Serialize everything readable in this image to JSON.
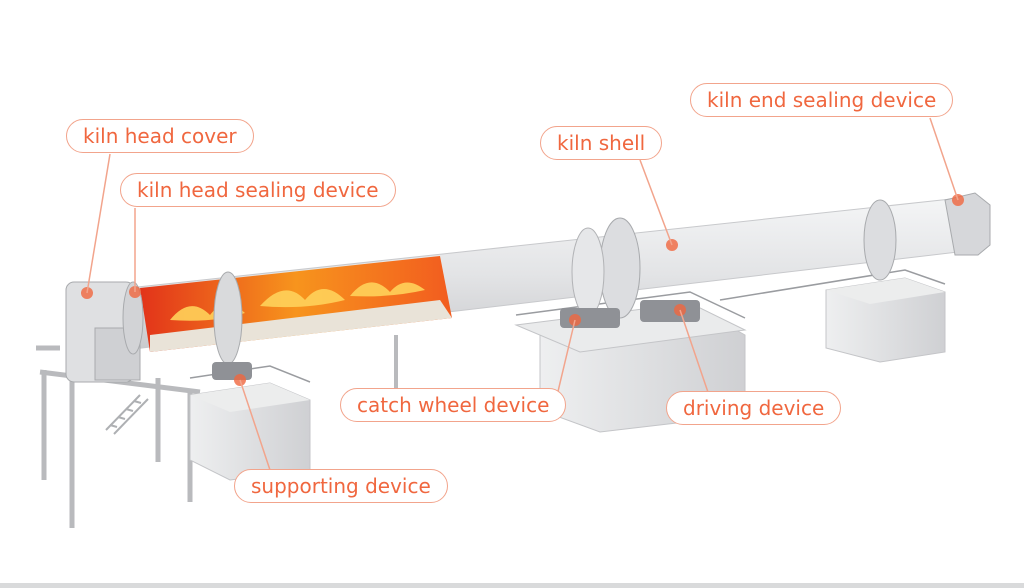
{
  "labels": {
    "kiln_head_cover": "kiln head cover",
    "kiln_head_sealing_device": "kiln head sealing device",
    "kiln_shell": "kiln shell",
    "kiln_end_sealing_device": "kiln end sealing device",
    "catch_wheel_device": "catch wheel device",
    "driving_device": "driving device",
    "supporting_device": "supporting device"
  },
  "colors": {
    "accent": "#f0673f",
    "callout_border": "#f2a48c",
    "kiln_body": "#e4e5e7",
    "flame": "#f7941d"
  }
}
